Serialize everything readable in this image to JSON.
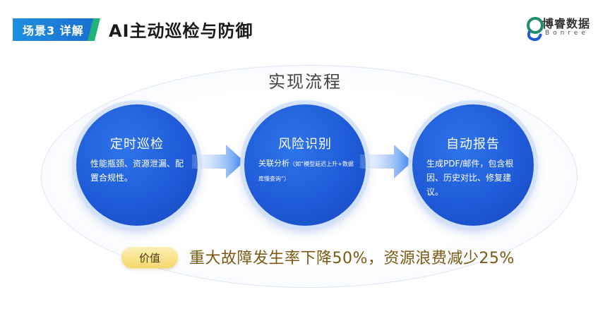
{
  "header": {
    "badge": "场景3 详解",
    "title": "AI主动巡检与防御",
    "logo": {
      "name": "博睿数据",
      "english": "Bonree"
    }
  },
  "section_title": "实现流程",
  "steps": [
    {
      "title": "定时巡检",
      "description": "性能瓶颈、资源泄漏、配置合规性。"
    },
    {
      "title": "风险识别",
      "description": "关联分析",
      "note": "（如“模型延迟上升+数据库慢查询”）"
    },
    {
      "title": "自动报告",
      "description": "生成PDF/邮件，包含根因、历史对比、修复建议。"
    }
  ],
  "value": {
    "label": "价值",
    "text": "重大故障发生率下降50%，资源浪费减少25%"
  },
  "colors": {
    "primary_blue": "#1f5bd8",
    "badge_green": "#1fb37a",
    "value_gold": "#f5d76a"
  }
}
